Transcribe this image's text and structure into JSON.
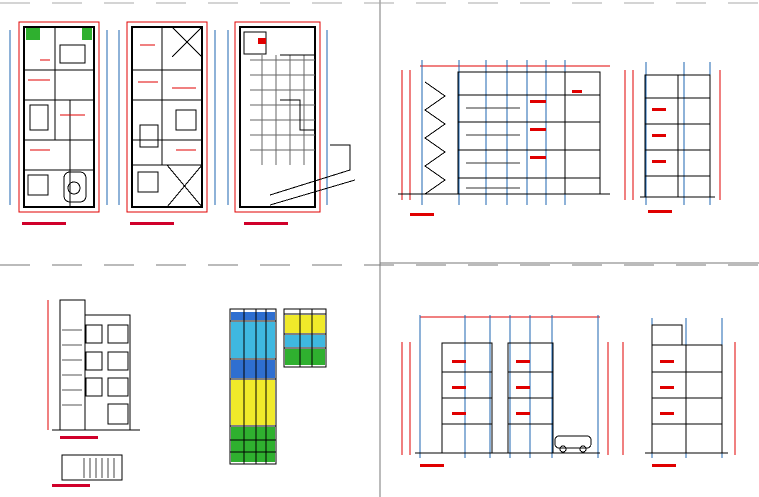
{
  "sheet": {
    "colors": {
      "dimension": "#e00000",
      "grid_axis": "#1c66b0",
      "wall": "#000000",
      "hatch": "#555555",
      "title_bar": "#d0002a",
      "table_blue": "#2f6fd0",
      "table_cyan": "#3fb8e0",
      "table_yellow": "#f0ea2a",
      "table_green": "#2fb02f",
      "guide_line": "#9a9a9a"
    }
  },
  "panels": [
    {
      "id": "floor-plans",
      "items": [
        "ground-floor-plan",
        "typical-floor-plan",
        "roof-plan"
      ]
    },
    {
      "id": "longitudinal-section",
      "items": [
        "section-long",
        "section-cross"
      ]
    },
    {
      "id": "front-elevation",
      "items": [
        "facade",
        "facade-detail"
      ]
    },
    {
      "id": "schedule-tables",
      "items": [
        "schedule-main",
        "schedule-secondary"
      ]
    },
    {
      "id": "section-elevations",
      "items": [
        "section-b",
        "section-c"
      ]
    }
  ]
}
